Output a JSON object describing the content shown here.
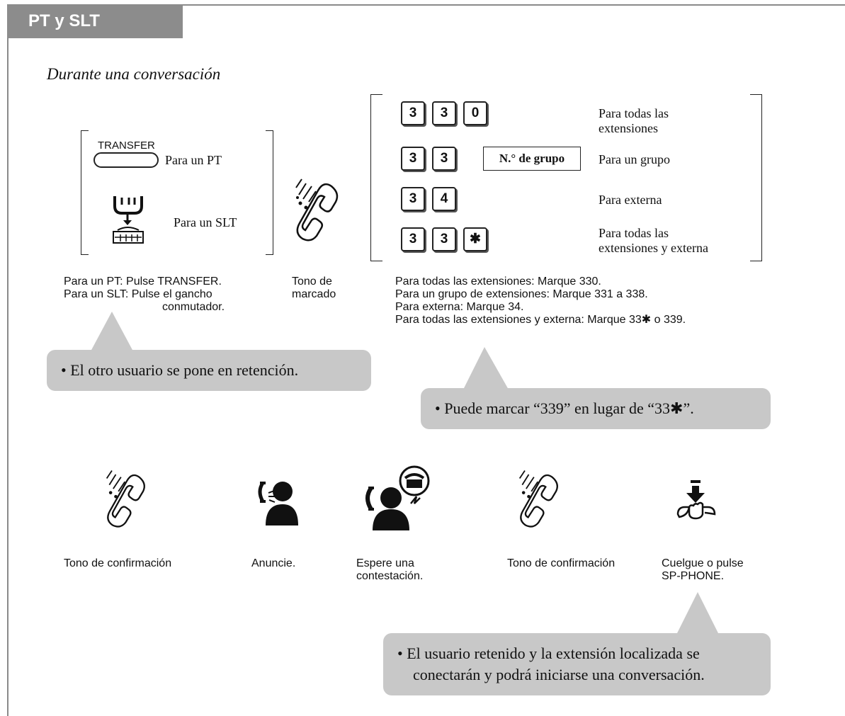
{
  "header": {
    "tab": "PT y SLT",
    "subtitle": "Durante una conversación"
  },
  "step1": {
    "transfer_label": "TRANSFER",
    "pt_label": "Para un PT",
    "slt_label": "Para un SLT",
    "caption_line1": "Para un PT: Pulse TRANSFER.",
    "caption_line2": "Para un SLT: Pulse el gancho",
    "caption_line3": "conmutador."
  },
  "step2": {
    "caption_line1": "Tono de",
    "caption_line2": "marcado"
  },
  "step3": {
    "keys": {
      "k3a": "3",
      "k3b": "3",
      "k0": "0",
      "k3c": "3",
      "k3d": "3",
      "group": "N.° de grupo",
      "k3e": "3",
      "k4": "4",
      "k3f": "3",
      "k3g": "3",
      "star": "✱"
    },
    "options": {
      "all_ext_l1": "Para todas las",
      "all_ext_l2": "extensiones",
      "group": "Para un grupo",
      "external": "Para externa",
      "all_ext_out_l1": "Para todas las",
      "all_ext_out_l2": "extensiones y externa"
    },
    "captions": [
      "Para todas las extensiones: Marque 330.",
      "Para un grupo de extensiones: Marque 331 a 338.",
      "Para externa: Marque 34.",
      "Para todas las extensiones y externa: Marque 33✱ o 339."
    ]
  },
  "callouts": {
    "hold": "• El otro usuario se pone en retención.",
    "dial": "• Puede marcar “339” en lugar de “33✱”.",
    "connect_l1": "• El usuario retenido y la extensión localizada se",
    "connect_l2": "conectarán y podrá iniciarse una conversación."
  },
  "bottom_steps": {
    "confirm1": "Tono de confirmación",
    "announce": "Anuncie.",
    "wait_l1": "Espere una",
    "wait_l2": "contestación.",
    "confirm2": "Tono de confirmación",
    "hangup_l1": "Cuelgue o pulse",
    "hangup_l2": "SP-PHONE."
  },
  "colors": {
    "callout_bg": "#c8c8c8",
    "tab_bg": "#8c8c8c",
    "frame": "#8a8a8a"
  }
}
